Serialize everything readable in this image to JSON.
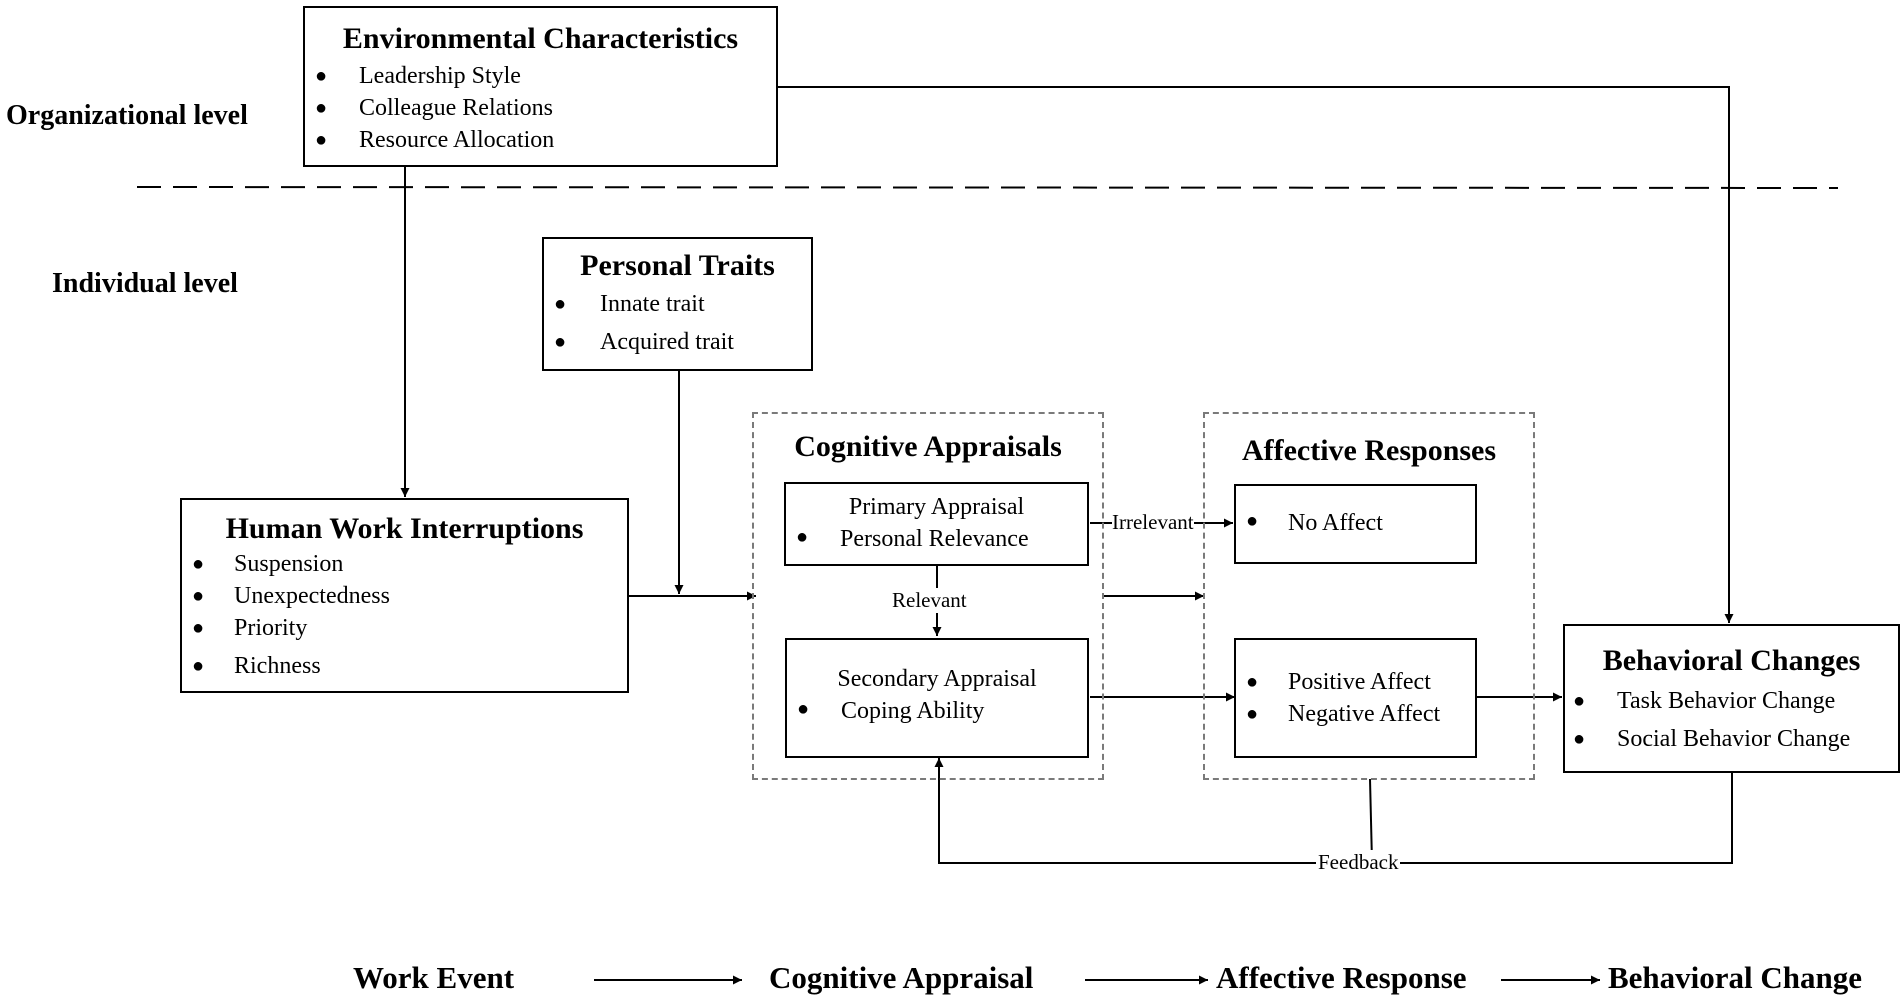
{
  "levels": {
    "organizational": "Organizational level",
    "individual": "Individual level"
  },
  "environmental": {
    "title": "Environmental Characteristics",
    "items": [
      "Leadership Style",
      "Colleague Relations",
      "Resource Allocation"
    ]
  },
  "personal_traits": {
    "title": "Personal Traits",
    "items": [
      "Innate trait",
      "Acquired trait"
    ]
  },
  "interruptions": {
    "title": "Human Work Interruptions",
    "items": [
      "Suspension",
      "Unexpectedness",
      "Priority",
      "Richness"
    ]
  },
  "cognitive": {
    "title": "Cognitive Appraisals",
    "primary": {
      "heading": "Primary Appraisal",
      "item": "Personal Relevance"
    },
    "secondary": {
      "heading": "Secondary Appraisal",
      "item": "Coping Ability"
    }
  },
  "affective": {
    "title": "Affective Responses",
    "no_affect": "No Affect",
    "items": [
      "Positive Affect",
      "Negative Affect"
    ]
  },
  "behavioral": {
    "title": "Behavioral Changes",
    "items": [
      "Task Behavior Change",
      "Social Behavior Change"
    ]
  },
  "edge_labels": {
    "irrelevant": "Irrelevant",
    "relevant": "Relevant",
    "feedback": "Feedback"
  },
  "flow": [
    "Work Event",
    "Cognitive Appraisal",
    "Affective Response",
    "Behavioral Change"
  ]
}
